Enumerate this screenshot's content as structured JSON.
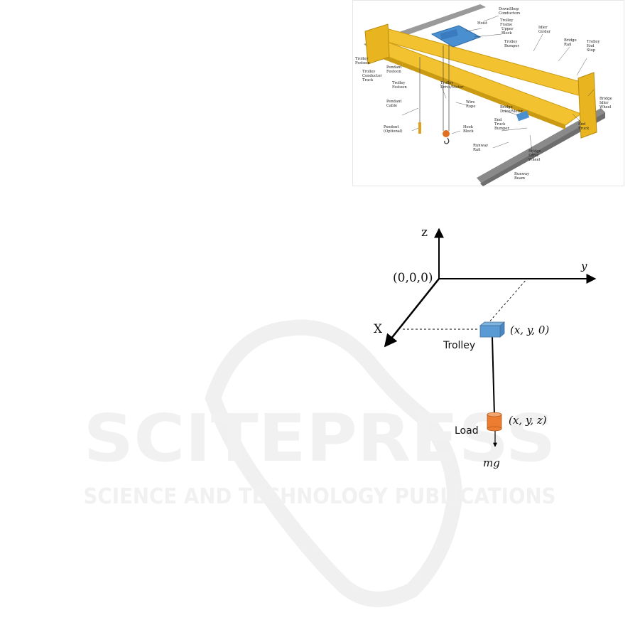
{
  "watermark": {
    "word": "SCITEPRESS",
    "tagline": "SCIENCE AND TECHNOLOGY PUBLICATIONS",
    "color": "#f1f1f1"
  },
  "crane_figure": {
    "colors": {
      "girder": "#f2c230",
      "girder_dark": "#c99a12",
      "trolley": "#4a8fd0",
      "hook": "#e07020",
      "rail": "#8a8a8a"
    },
    "labels": {
      "downshop_conductors": [
        "DownShop",
        "Conductors"
      ],
      "hoist": [
        "Hoist"
      ],
      "trolley_frame": [
        "Trolley",
        "Frame"
      ],
      "upper_block": [
        "Upper",
        "Block"
      ],
      "trolley_bumper": [
        "Trolley",
        "Bumper"
      ],
      "idler_girder": [
        "Idler",
        "Girder"
      ],
      "bridge_rail": [
        "Bridge",
        "Rail"
      ],
      "trolley_end_stop": [
        "Trolley",
        "End",
        "Stop"
      ],
      "trolley_festoon_1": [
        "Trolley",
        "Festoon"
      ],
      "trolley_conductor_track": [
        "Trolley",
        "Conductor",
        "Track"
      ],
      "pendant_festoon": [
        "Pendant",
        "Festoon"
      ],
      "trolley_festoon_2": [
        "Trolley",
        "Festoon"
      ],
      "trolley_drive_motor": [
        "Trolley",
        "Drive/Motor"
      ],
      "bridge_idler_wheel": [
        "Bridge",
        "Idler",
        "Wheel"
      ],
      "pendant_cable": [
        "Pendant",
        "Cable"
      ],
      "wire_rope": [
        "Wire",
        "Rope"
      ],
      "bridge_drive_motor": [
        "Bridge",
        "Drive/Motor"
      ],
      "end_truck": [
        "End",
        "Truck"
      ],
      "end_truck_bumper": [
        "End",
        "Truck",
        "Bumper"
      ],
      "pendant_optional": [
        "Pendent",
        "(Optional)"
      ],
      "hook_block": [
        "Hook",
        "Block"
      ],
      "runway_rail": [
        "Runway",
        "Rail"
      ],
      "bridge_drive_wheel": [
        "Bridge",
        "Drive",
        "Wheel"
      ],
      "runway_beam": [
        "Runway",
        "Beam"
      ]
    }
  },
  "axes_figure": {
    "axis_z": "z",
    "axis_y": "y",
    "axis_x": "X",
    "origin": "(0,0,0)",
    "trolley_coord": "(x, y, 0)",
    "trolley_label": "Trolley",
    "load_coord": "(x, y, z)",
    "load_label": "Load",
    "force_label": "mg",
    "colors": {
      "trolley": "#5b9bd5",
      "load": "#ed7d31",
      "axis": "#000000"
    }
  }
}
